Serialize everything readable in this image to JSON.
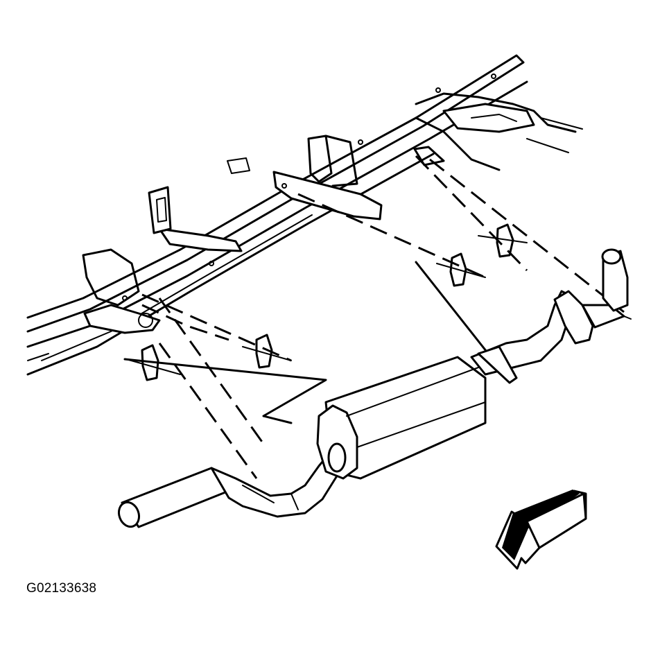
{
  "figure": {
    "id_label": "G02133638",
    "colors": {
      "ink": "#000000",
      "paper": "#ffffff"
    },
    "icons": [
      "exhaust-muffler",
      "tailpipe",
      "frame-rail",
      "hanger-bracket",
      "direction-arrow-icon"
    ]
  }
}
